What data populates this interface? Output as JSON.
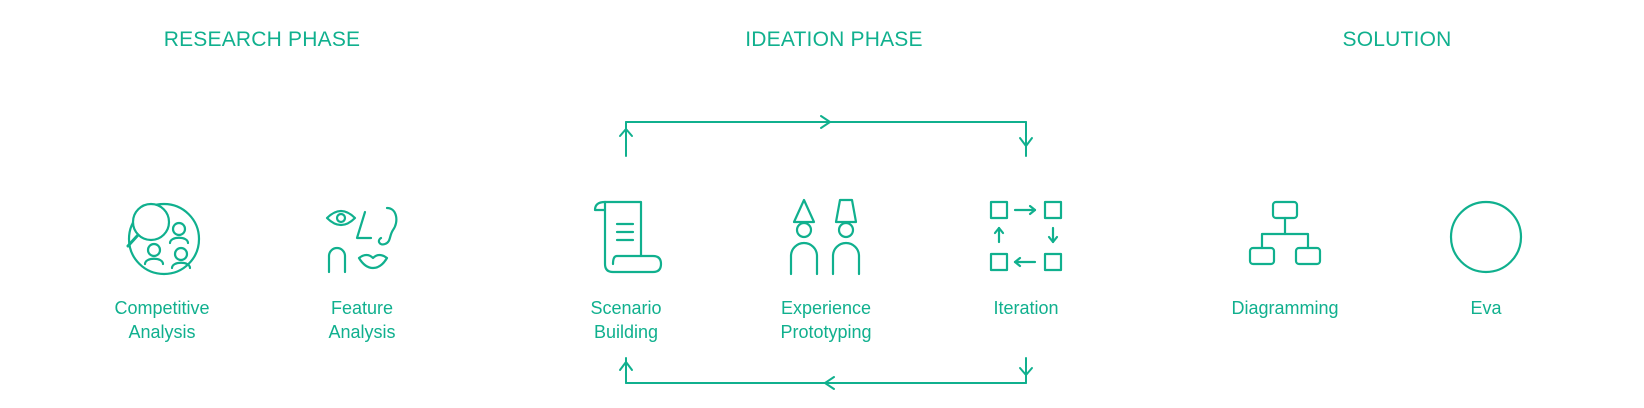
{
  "phases": {
    "research": "RESEARCH PHASE",
    "ideation": "IDEATION PHASE",
    "solution": "SOLUTION"
  },
  "nodes": {
    "competitive": [
      "Competitive",
      "Analysis"
    ],
    "feature": [
      "Feature",
      "Analysis"
    ],
    "scenario": [
      "Scenario",
      "Building"
    ],
    "experience": [
      "Experience",
      "Prototyping"
    ],
    "iteration": [
      "Iteration"
    ],
    "diagramming": [
      "Diagramming"
    ],
    "eva": [
      "Eva"
    ]
  },
  "icons": {
    "competitive": "magnifier-people-icon",
    "feature": "face-senses-icon",
    "scenario": "scroll-icon",
    "experience": "two-users-lamp-icon",
    "iteration": "iteration-grid-icon",
    "diagramming": "hierarchy-diagram-icon",
    "eva": "circle-icon"
  },
  "colors": {
    "accent": "#10b08e"
  }
}
